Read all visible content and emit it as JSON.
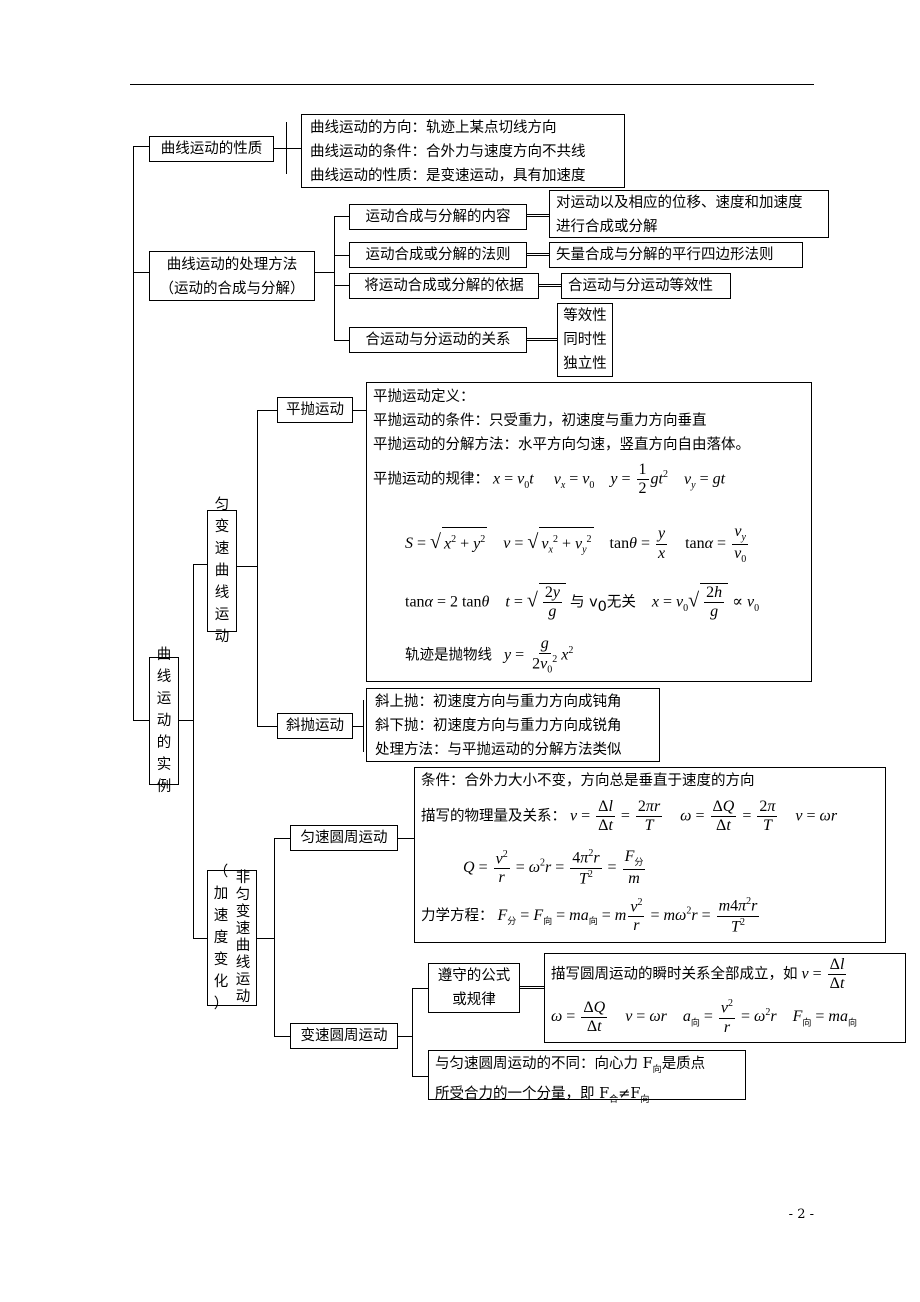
{
  "nodes": {
    "nature": "曲线运动的性质",
    "method": [
      "曲线运动的处理方法",
      "（运动的合成与分解）"
    ],
    "examples": [
      "曲",
      "线",
      "运",
      "动",
      "的",
      "实",
      "例"
    ],
    "uniform_accel": [
      "匀",
      "变",
      "速",
      "曲",
      "线",
      "运",
      "动"
    ],
    "non_uniform": [
      "非",
      "匀",
      "变",
      "速",
      "曲",
      "线",
      "运",
      "动"
    ],
    "non_uniform_paren": [
      "（",
      "加",
      "速",
      "度",
      "变",
      "化",
      "）"
    ],
    "projectile": "平抛运动",
    "oblique": "斜抛运动",
    "uniform_circular": "匀速圆周运动",
    "variable_circular": "变速圆周运动",
    "follow_law": [
      "遵守的公式",
      "或规律"
    ]
  },
  "nature_box": [
    "曲线运动的方向：轨迹上某点切线方向",
    "曲线运动的条件：合外力与速度方向不共线",
    "曲线运动的性质：是变速运动，具有加速度"
  ],
  "method_items": [
    {
      "label": "运动合成与分解的内容",
      "detail": [
        "对运动以及相应的位移、速度和加速度",
        "进行合成或分解"
      ]
    },
    {
      "label": "运动合成或分解的法则",
      "detail": [
        "矢量合成与分解的平行四边形法则"
      ]
    },
    {
      "label": "将运动合成或分解的依据",
      "detail": [
        "合运动与分运动等效性"
      ]
    },
    {
      "label": "合运动与分运动的关系",
      "detail": [
        "等效性",
        "同时性",
        "独立性"
      ]
    }
  ],
  "projectile_box": {
    "definition": "平抛运动定义：",
    "condition": "平抛运动的条件：只受重力，初速度与重力方向垂直",
    "method": "平抛运动的分解方法：水平方向匀速，竖直方向自由落体。",
    "law_label": "平抛运动的规律：",
    "indep_text": "与 v",
    "indep_tail": "无关",
    "trajectory_label": "轨迹是抛物线"
  },
  "oblique_box": [
    "斜上抛：初速度方向与重力方向成钝角",
    "斜下抛：初速度方向与重力方向成锐角",
    "处理方法：与平抛运动的分解方法类似"
  ],
  "uniform_circular_box": {
    "condition": "条件：合外力大小不变，方向总是垂直于速度的方向",
    "quantities_label": "描写的物理量及关系：",
    "dynamics_label": "力学方程："
  },
  "variable_box": {
    "instant": "描写圆周运动的瞬时关系全部成立，如",
    "difference_1": "与匀速圆周运动的不同：向心力 F",
    "difference_1b": "是质点",
    "difference_2": "所受合力的一个分量，即 F",
    "sub_xiang": "向",
    "sub_he": "合",
    "sub_fen": "分"
  },
  "page_number": "- 2 -"
}
